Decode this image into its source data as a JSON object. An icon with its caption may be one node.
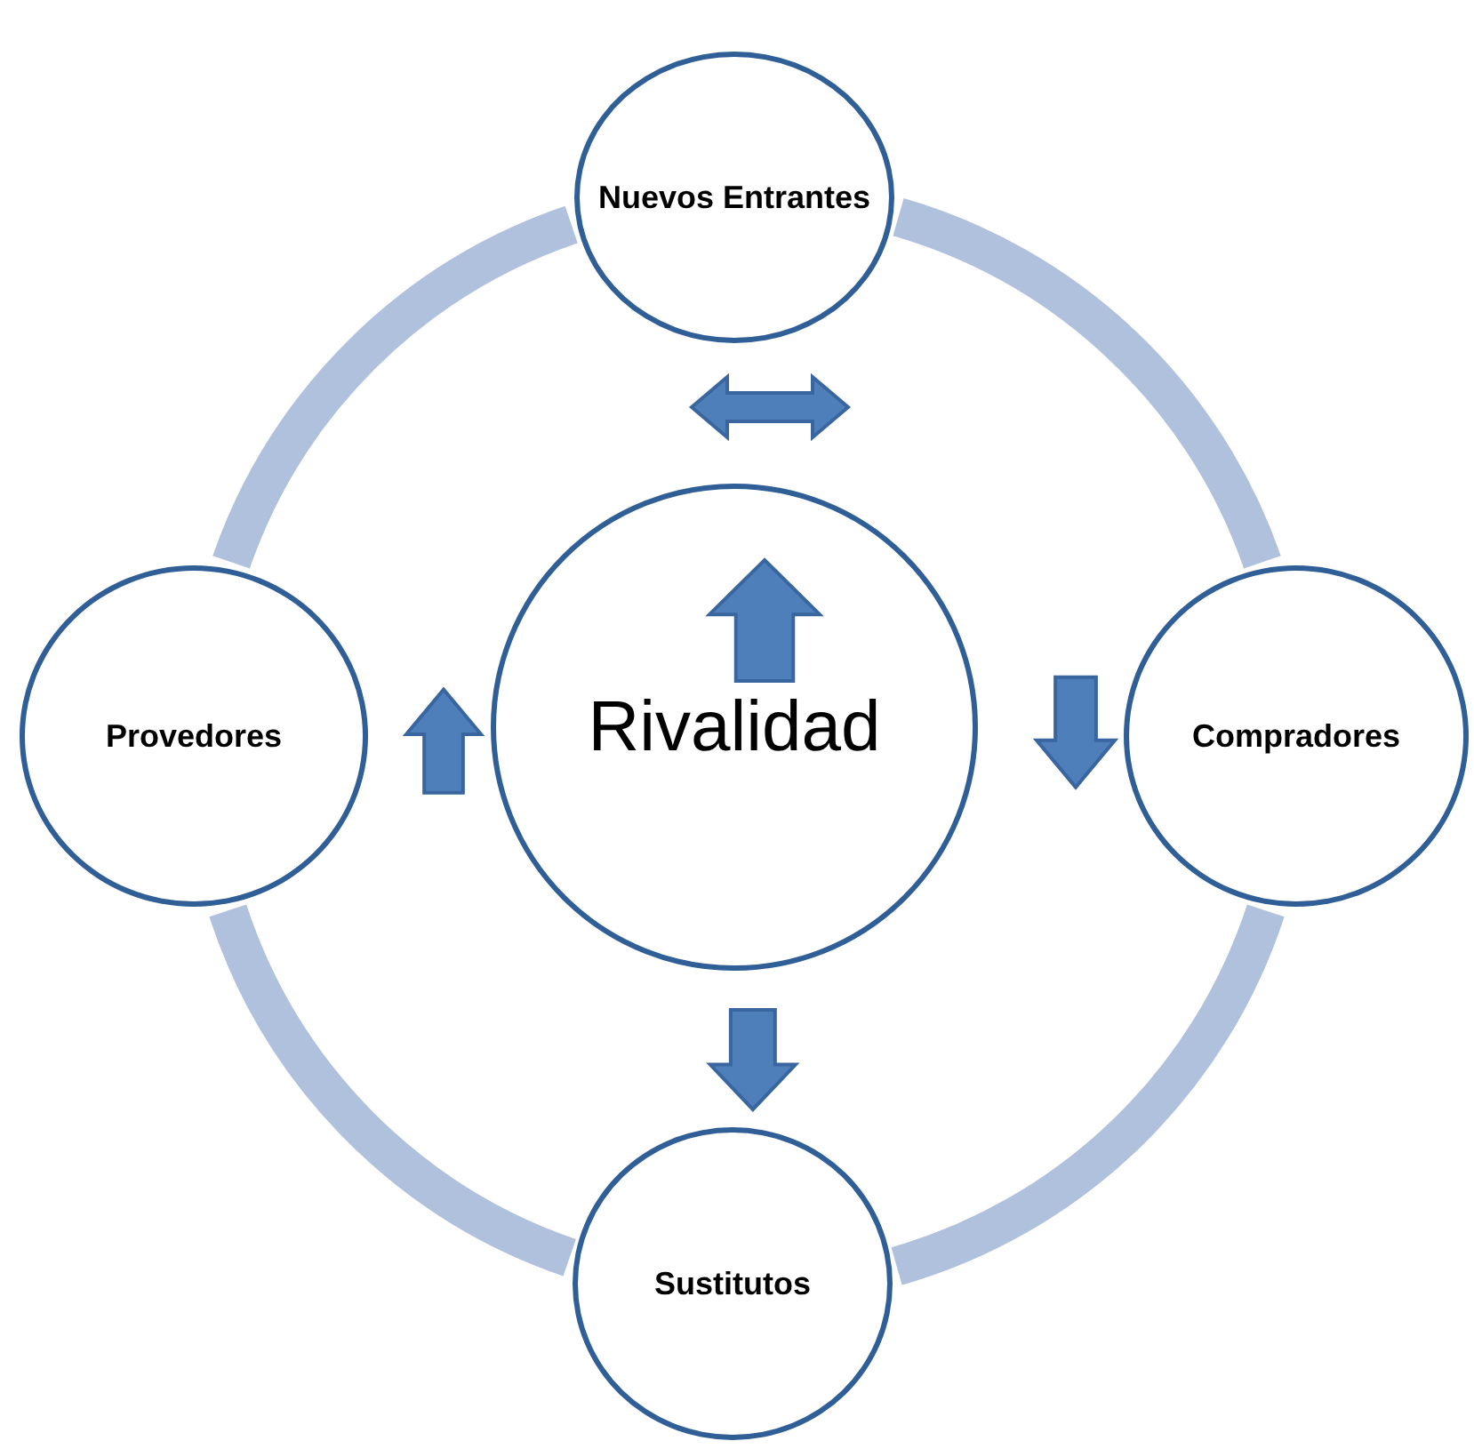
{
  "diagram": {
    "nodes": [
      {
        "text": [
          "Nuevos Entrantes"
        ]
      },
      {
        "text": [
          "Rivalidad"
        ]
      },
      {
        "text": [
          "Provedores"
        ]
      },
      {
        "text": [
          "Compradores"
        ]
      },
      {
        "text": [
          "Sustitutos"
        ]
      }
    ],
    "edges": [
      {
        "from": 0,
        "to": 3,
        "arrow": "none"
      },
      {
        "from": 3,
        "to": 4,
        "arrow": "none"
      },
      {
        "from": 4,
        "to": 2,
        "arrow": "none"
      },
      {
        "from": 2,
        "to": 0,
        "arrow": "none"
      },
      {
        "from": 2,
        "to": 1,
        "arrow": "to"
      },
      {
        "from": 1,
        "to": 3,
        "arrow": "to"
      },
      {
        "from": 1,
        "to": 4,
        "arrow": "to"
      }
    ]
  }
}
